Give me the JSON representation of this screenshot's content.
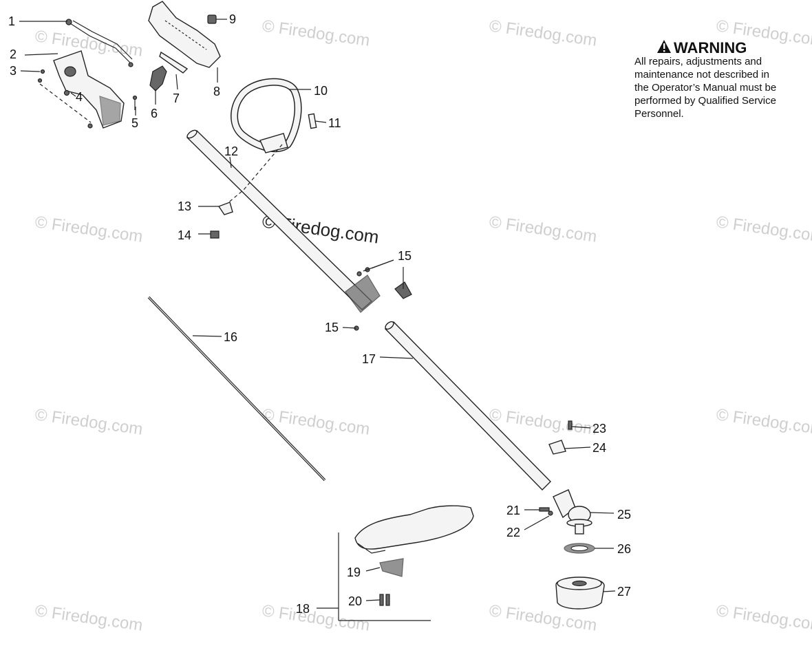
{
  "watermark": "© Firedog.com",
  "center_watermark": "© Firedog.com",
  "warning": {
    "title": "WARNING",
    "lines": [
      "All repairs, adjustments and",
      "maintenance not described in",
      "the Operator’s Manual must be",
      "performed by Qualified Service",
      "Personnel."
    ]
  },
  "callouts": [
    "1",
    "2",
    "3",
    "4",
    "5",
    "6",
    "7",
    "8",
    "9",
    "10",
    "11",
    "12",
    "13",
    "14",
    "15",
    "15",
    "16",
    "17",
    "18",
    "19",
    "20",
    "21",
    "22",
    "23",
    "24",
    "25",
    "26",
    "27"
  ]
}
